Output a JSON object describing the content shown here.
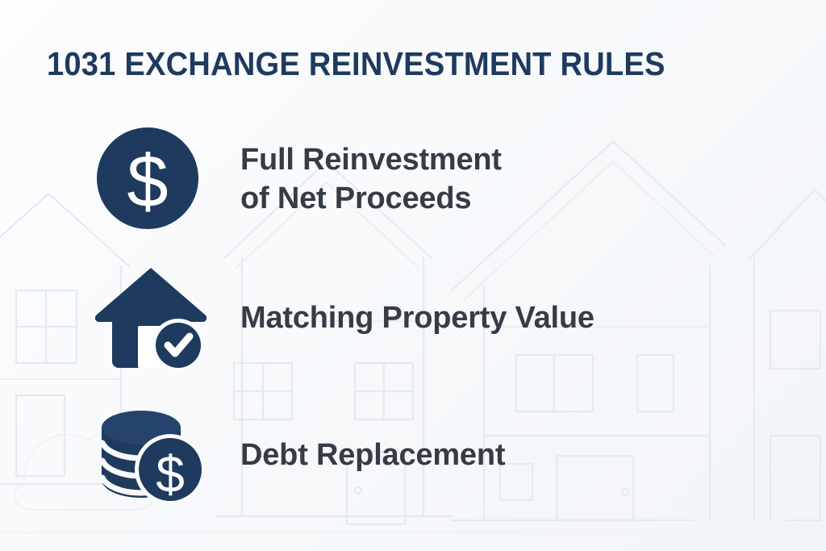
{
  "title": "1031 EXCHANGE REINVESTMENT RULES",
  "colors": {
    "icon_navy": "#1e3a5f",
    "title_navy": "#1e3a5f",
    "body_text": "#343c45",
    "background": "#fafbfc",
    "background_line_art": "#e6eaef",
    "icon_inner_white": "#ffffff"
  },
  "background": {
    "motif": "faint-outlined-houses-and-shrubs"
  },
  "rules": [
    {
      "icon": "dollar-circle-icon",
      "label": "Full Reinvestment\nof Net Proceeds"
    },
    {
      "icon": "house-check-icon",
      "label": "Matching Property Value"
    },
    {
      "icon": "coin-stack-dollar-icon",
      "label": "Debt Replacement"
    }
  ]
}
